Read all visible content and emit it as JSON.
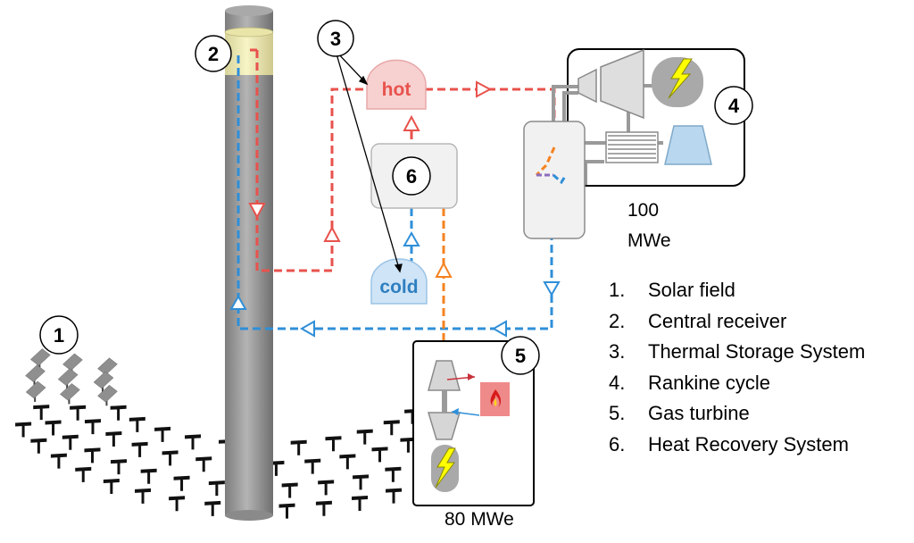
{
  "callouts": {
    "solar_field": "1",
    "central_receiver": "2",
    "thermal_storage": "3",
    "rankine_cycle": "4",
    "gas_turbine": "5",
    "heat_recovery": "6"
  },
  "tanks": {
    "hot": "hot",
    "cold": "cold"
  },
  "power_ratings": {
    "rankine_top": "100",
    "rankine_bottom": "MWe",
    "gas_turbine": "80 MWe"
  },
  "legend": [
    {
      "index": "1.",
      "label": "Solar field"
    },
    {
      "index": "2.",
      "label": "Central receiver"
    },
    {
      "index": "3.",
      "label": "Thermal Storage System"
    },
    {
      "index": "4.",
      "label": "Rankine cycle"
    },
    {
      "index": "5.",
      "label": "Gas turbine"
    },
    {
      "index": "6.",
      "label": "Heat Recovery System"
    }
  ],
  "colors": {
    "hot_loop": "#e8524c",
    "cold_loop": "#2f8fd8",
    "gas_loop": "#f58220",
    "tower": "#9a9a9a",
    "receiver": "#f3f0b8",
    "hot_tank": "#f7d0d0",
    "cold_tank": "#cfe4f6",
    "bolt": "#ffff00"
  },
  "icons": [
    "heliostat-icon",
    "lightning-bolt-icon",
    "flame-icon",
    "turbine-icon",
    "compressor-icon",
    "heat-exchanger-icon"
  ]
}
